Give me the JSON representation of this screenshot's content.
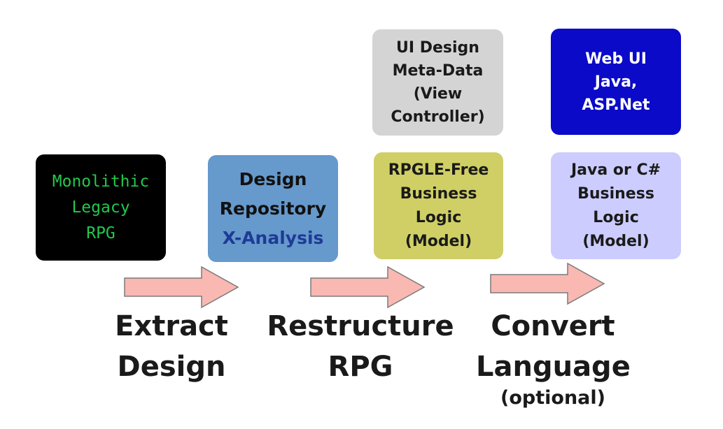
{
  "boxes": {
    "legacy": {
      "lines": [
        "Monolithic",
        "Legacy",
        "RPG"
      ]
    },
    "repository": {
      "lines": [
        "Design",
        "Repository"
      ],
      "accent": "X-Analysis"
    },
    "ui_meta": {
      "lines": [
        "UI Design",
        "Meta-Data",
        "(View",
        "Controller)"
      ]
    },
    "rpgle": {
      "lines": [
        "RPGLE-Free",
        "Business",
        "Logic",
        "(Model)"
      ]
    },
    "web_ui": {
      "lines": [
        "Web UI",
        "Java,",
        "ASP.Net"
      ]
    },
    "java_logic": {
      "lines": [
        "Java or C#",
        "Business",
        "Logic",
        "(Model)"
      ]
    }
  },
  "steps": {
    "extract": {
      "lines": [
        "Extract",
        "Design"
      ]
    },
    "restructure": {
      "lines": [
        "Restructure",
        "RPG"
      ]
    },
    "convert": {
      "lines": [
        "Convert",
        "Language"
      ],
      "note": "(optional)"
    }
  },
  "colors": {
    "legacy_bg": "#000000",
    "legacy_text": "#22c84a",
    "repository_bg": "#6699cc",
    "repository_accent": "#1e3b96",
    "ui_meta_bg": "#d4d4d4",
    "rpgle_bg": "#cfcf66",
    "web_ui_bg": "#0a0ac8",
    "java_logic_bg": "#ccccff",
    "arrow_fill": "#f9b8b1",
    "arrow_stroke": "#7a7a7a"
  }
}
